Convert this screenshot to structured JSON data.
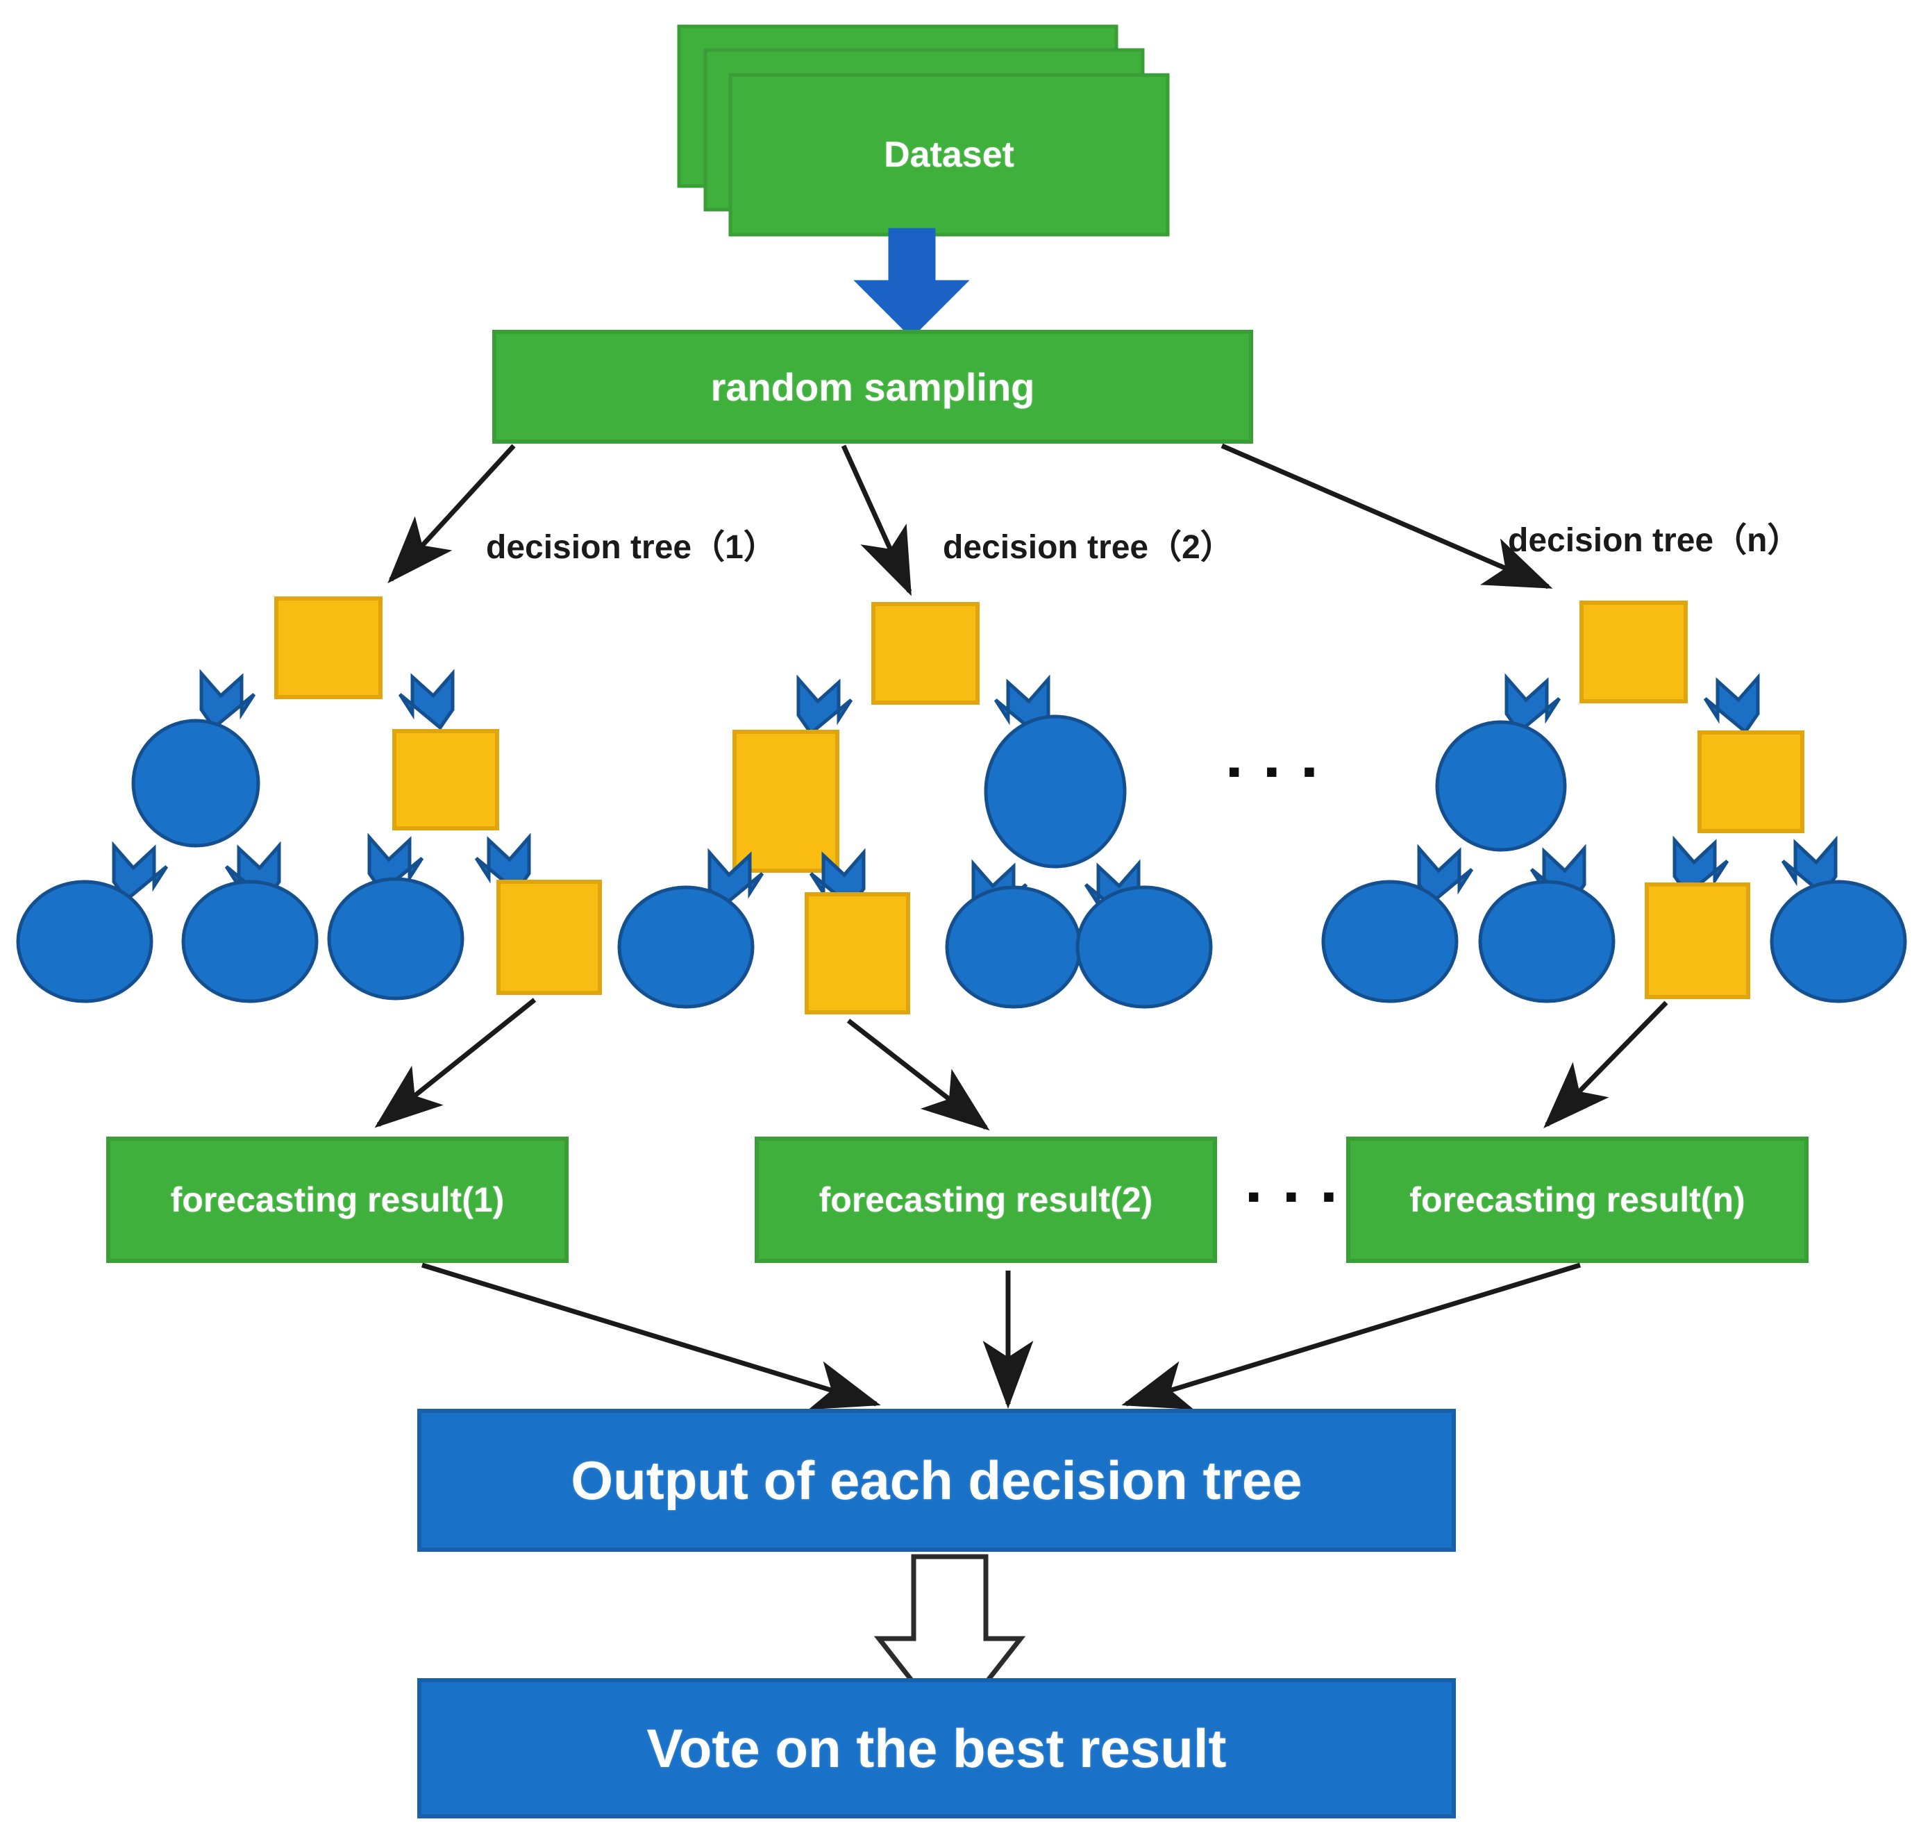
{
  "diagram": {
    "title": "Random Forest workflow diagram",
    "colors": {
      "green": "#3eb03b",
      "green_border": "#3a9e37",
      "blue": "#1a72c8",
      "blue_dark": "#1660ac",
      "yellow": "#f9bc13",
      "yellow_border": "#e0a40c",
      "arrow_black": "#1a1a1a",
      "white": "#ffffff"
    },
    "nodes": {
      "dataset": {
        "label": "Dataset",
        "shape": "stacked-box",
        "fill": "green"
      },
      "random_sampling": {
        "label": "random sampling",
        "shape": "box",
        "fill": "green"
      },
      "output_each_tree": {
        "label": "Output of each decision tree",
        "shape": "box",
        "fill": "blue"
      },
      "vote_best_result": {
        "label": "Vote on the best result",
        "shape": "box",
        "fill": "blue"
      }
    },
    "tree_labels": [
      {
        "id": "tree-1",
        "label": "decision tree（1）"
      },
      {
        "id": "tree-2",
        "label": "decision tree（2）"
      },
      {
        "id": "tree-n",
        "label": "decision tree（n）"
      }
    ],
    "forecasting_results": [
      {
        "id": "forecast-1",
        "label": "forecasting result(1)"
      },
      {
        "id": "forecast-2",
        "label": "forecasting result(2)"
      },
      {
        "id": "forecast-n",
        "label": "forecasting result(n)"
      }
    ],
    "ellipses": [
      {
        "id": "ellipsis-trees",
        "label": "▪ ▪ ▪"
      },
      {
        "id": "ellipsis-results",
        "label": "▪ ▪ ▪"
      }
    ],
    "trees": [
      {
        "id": "tree-1",
        "root": "square",
        "children": [
          "ellipse",
          "square"
        ],
        "leaves": [
          "ellipse",
          "ellipse",
          "ellipse",
          "square"
        ]
      },
      {
        "id": "tree-2",
        "root": "square",
        "children": [
          "square",
          "ellipse"
        ],
        "leaves": [
          "ellipse",
          "square",
          "ellipse",
          "ellipse"
        ]
      },
      {
        "id": "tree-n",
        "root": "square",
        "children": [
          "ellipse",
          "square"
        ],
        "leaves": [
          "ellipse",
          "ellipse",
          "square",
          "ellipse"
        ]
      }
    ],
    "flow": [
      "Dataset -> random sampling",
      "random sampling -> decision tree (1), (2), (n)",
      "decision tree (1) -> forecasting result(1)",
      "decision tree (2) -> forecasting result(2)",
      "decision tree (n) -> forecasting result(n)",
      "forecasting results -> Output of each decision tree",
      "Output of each decision tree -> Vote on the best result"
    ]
  }
}
